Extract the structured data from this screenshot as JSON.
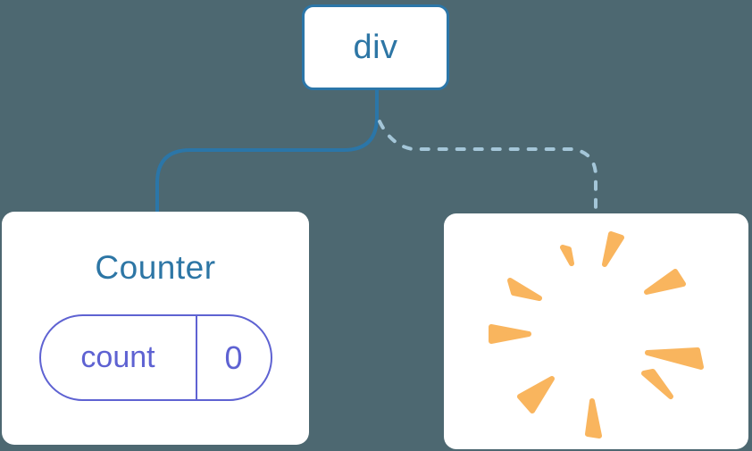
{
  "diagram": {
    "background_color": "#4d6871",
    "root_node": {
      "label": "div"
    },
    "counter_node": {
      "title": "Counter",
      "state": {
        "name": "count",
        "value": "0"
      }
    },
    "removed_node": {
      "icon": "poof-icon"
    },
    "edges": [
      {
        "from": "div",
        "to": "Counter",
        "style": "solid"
      },
      {
        "from": "div",
        "to": "removed-component",
        "style": "dashed"
      }
    ],
    "colors": {
      "background": "#4d6871",
      "edge_solid": "#2b76a8",
      "edge_dashed": "#a4c6d8",
      "node_border": "#2b76a8",
      "node_text": "#2d76a5",
      "state_accent": "#5e62d2",
      "poof_orange": "#f9b55e",
      "card_background": "#ffffff"
    }
  }
}
